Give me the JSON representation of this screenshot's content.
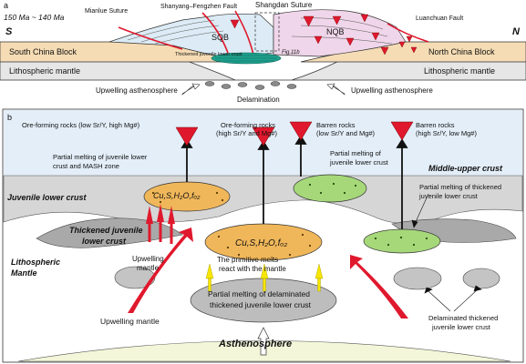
{
  "panel_a": {
    "letter": "a",
    "age_range": "150 Ma ~ 140 Ma",
    "side_left": "S",
    "side_right": "N",
    "labels": {
      "mianlue": "Mianlue Suture",
      "shanyang": "Shanyang–Fengzhen Fault",
      "shangdan": "Shangdan Suture",
      "luanchuan": "Luanchuan Fault",
      "sqb": "SQB",
      "nqb": "NQB",
      "thickened": "Thickened juvenile lower crust",
      "fig_ref": "Fig.11b",
      "south_china": "South China Block",
      "north_china": "North China Block",
      "lith_left": "Lithospheric mantle",
      "lith_right": "Lithospheric mantle",
      "upwelling_left": "Upwelling asthenosphere",
      "upwelling_right": "Upwelling asthenosphere",
      "delamination": "Delamination"
    },
    "colors": {
      "crust_block": "#f5dcb4",
      "mantle": "#e6e6e6",
      "sqb_fill": "#dcebf5",
      "nqb_fill": "#f0d6ea",
      "red": "#e0182d",
      "teal": "#1fa08c"
    }
  },
  "panel_b": {
    "letter": "b",
    "top_labels": [
      {
        "text": "Ore-forming rocks (low Sr/Y, high Mg#)"
      },
      {
        "text": "Ore-forming rocks\n(high Sr/Y and Mg#)"
      },
      {
        "text": "Barren rocks\n(low Sr/Y and Mg#)"
      },
      {
        "text": "Barren rocks\n(high Sr/Y, low Mg#)"
      }
    ],
    "melt_notes": {
      "left": "Partial melting of juvenile lower\ncrust and MASH zone",
      "mid_right": "Partial melting of\njuvenile lower crust",
      "right": "Partial melting of thickened\njuvenile lower crust"
    },
    "layers": {
      "middle_upper": "Middle-upper crust",
      "juvenile_lower": "Juvenile lower crust",
      "thickened_lower": "Thickened juvenile\nlower crust",
      "lithospheric": "Lithospheric\nMantle",
      "asthenosphere": "Asthenosphere"
    },
    "ellipse_text": "Cu,S,H₂O,fₒ₂",
    "upwelling_mantle_a": "Upwelling\nmantle",
    "upwelling_mantle_b": "Upwelling mantle",
    "primitive": "The primitive melts\nreact with the mantle",
    "delaminated_melt": "Partial melting of delaminated\nthickened juvenile lower crust",
    "delaminated_block": "Delaminated thickened\njuvenile lower crust",
    "colors": {
      "top_band": "#e3eef8",
      "crust_gray": "#d6d6d6",
      "dark_gray": "#a9a9a9",
      "ore_ellipse": "#f0b75a",
      "barren_ellipse": "#a6d87a",
      "astheno": "#f3f6d8",
      "arrow_red": "#e0182d",
      "arrow_yellow": "#f7e600"
    }
  }
}
